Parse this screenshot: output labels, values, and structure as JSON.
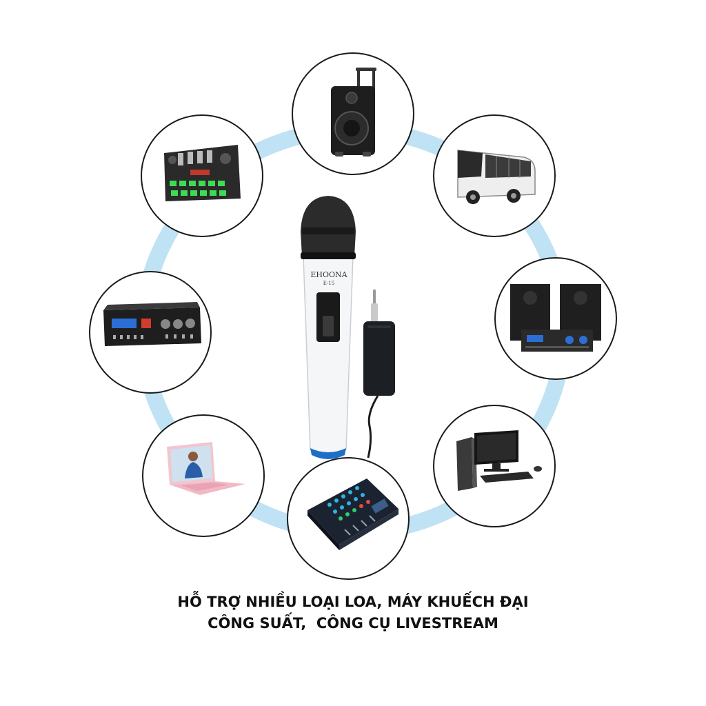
{
  "colors": {
    "ring": "#bfe2f5",
    "circle_stroke": "#1a1a1a",
    "mic_body": "#f4f6f8",
    "mic_grille": "#2b2b2b",
    "mic_band": "#1f6fc7",
    "receiver": "#1c1f24"
  },
  "devices": [
    {
      "name": "sound-card-icon",
      "label": "sound card"
    },
    {
      "name": "trolley-speaker-icon",
      "label": "trolley speaker"
    },
    {
      "name": "bus-icon",
      "label": "bus"
    },
    {
      "name": "amplifier-icon",
      "label": "amplifier"
    },
    {
      "name": "speakers-with-amplifier-icon",
      "label": "speakers with amplifier"
    },
    {
      "name": "desktop-computer-icon",
      "label": "desktop computer"
    },
    {
      "name": "audio-mixer-icon",
      "label": "audio mixer"
    },
    {
      "name": "laptop-icon",
      "label": "laptop"
    }
  ],
  "product": {
    "brand": "EHOONA",
    "model": "E-15"
  },
  "caption": {
    "line1": "HỖ TRỢ NHIỀU LOẠI LOA, MÁY KHUẾCH ĐẠI",
    "line2": "CÔNG SUẤT,  CÔNG CỤ LIVESTREAM"
  }
}
